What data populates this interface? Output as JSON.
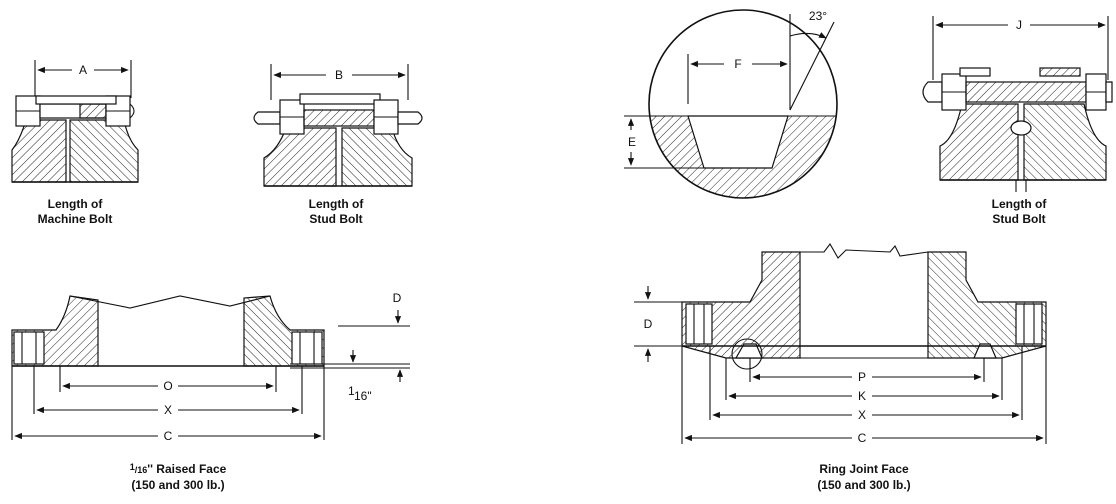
{
  "dims": {
    "a": "A",
    "b": "B",
    "j": "J",
    "f": "F",
    "e": "E",
    "angle": "23°",
    "d1": "D",
    "o": "O",
    "x1": "X",
    "c1": "C",
    "sixteenth_num": "1",
    "sixteenth_den": "16\"",
    "d2": "D",
    "p": "P",
    "k": "K",
    "x2": "X",
    "c2": "C"
  },
  "captions": {
    "machine_bolt_1": "Length of",
    "machine_bolt_2": "Machine Bolt",
    "stud_bolt_1": "Length of",
    "stud_bolt_2": "Stud Bolt",
    "stud_bolt_r_1": "Length of",
    "stud_bolt_r_2": "Stud Bolt",
    "raised_face_num": "1",
    "raised_face_den": "16",
    "raised_face_1": "'' Raised Face",
    "raised_face_2": "(150 and 300 lb.)",
    "ring_joint_1": "Ring Joint Face",
    "ring_joint_2": "(150 and 300 lb.)"
  }
}
